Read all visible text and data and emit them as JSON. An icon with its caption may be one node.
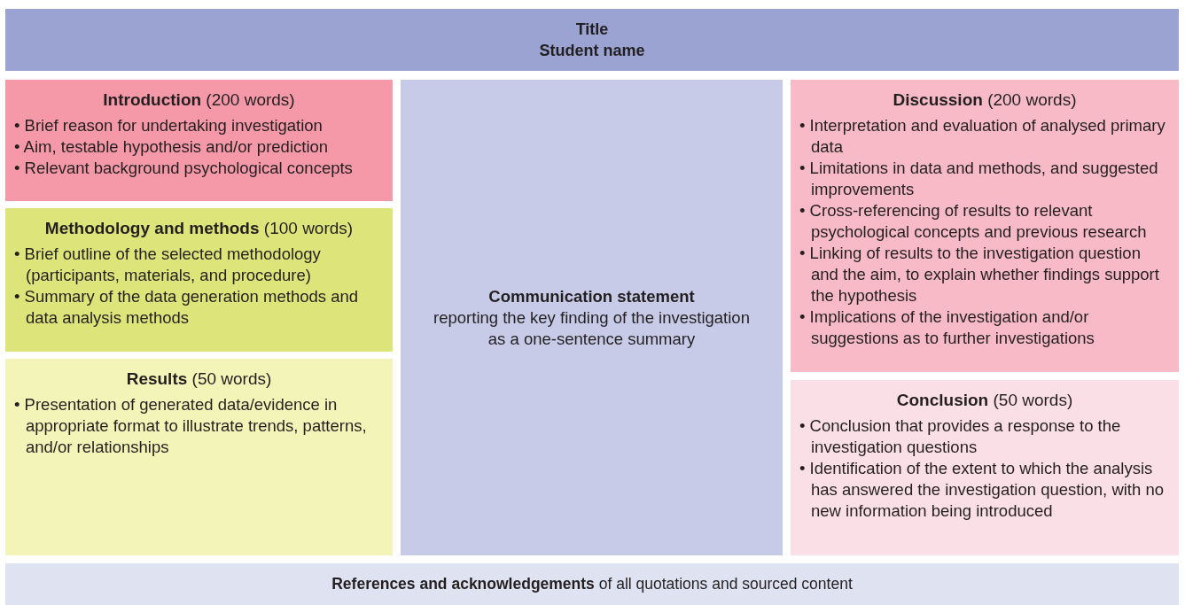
{
  "diagram": {
    "nodes": [
      {
        "text": [
          "Title",
          "Student name"
        ]
      },
      {
        "text": [
          "**Introduction** (200 words)",
          "• Brief reason for undertaking investigation",
          "• Aim, testable hypothesis and/or prediction",
          "• Relevant background psychological concepts"
        ]
      },
      {
        "text": [
          "**Methodology and methods** (100 words)",
          "• Brief outline of the selected methodology (participants, materials, and procedure)",
          "• Summary of the data generation methods and data analysis methods"
        ]
      },
      {
        "text": [
          "**Results** (50 words)",
          "• Presentation of generated data/evidence in appropriate format to illustrate trends, patterns, and/or relationships"
        ]
      },
      {
        "text": [
          "Communication statement",
          "reporting the key finding of the investigation as a one-sentence summary"
        ]
      },
      {
        "text": [
          "**Discussion** (200 words)",
          "• Interpretation and evaluation of analysed primary data",
          "• Limitations in data and methods, and suggested improvements",
          "• Cross-referencing of results to relevant psychological concepts and previous research",
          "• Linking of results to the investigation question and the aim, to explain whether findings support the hypothesis",
          "• Implications of the investigation and/or suggestions as to further investigations"
        ]
      },
      {
        "text": [
          "**Conclusion** (50 words)",
          "• Conclusion that provides a response to the investigation questions",
          "• Identification of the extent to which the analysis has answered the investigation question, with no new information being introduced"
        ]
      },
      {
        "text": [
          "**References and acknowledgements** of all quotations and sourced content"
        ]
      }
    ]
  }
}
